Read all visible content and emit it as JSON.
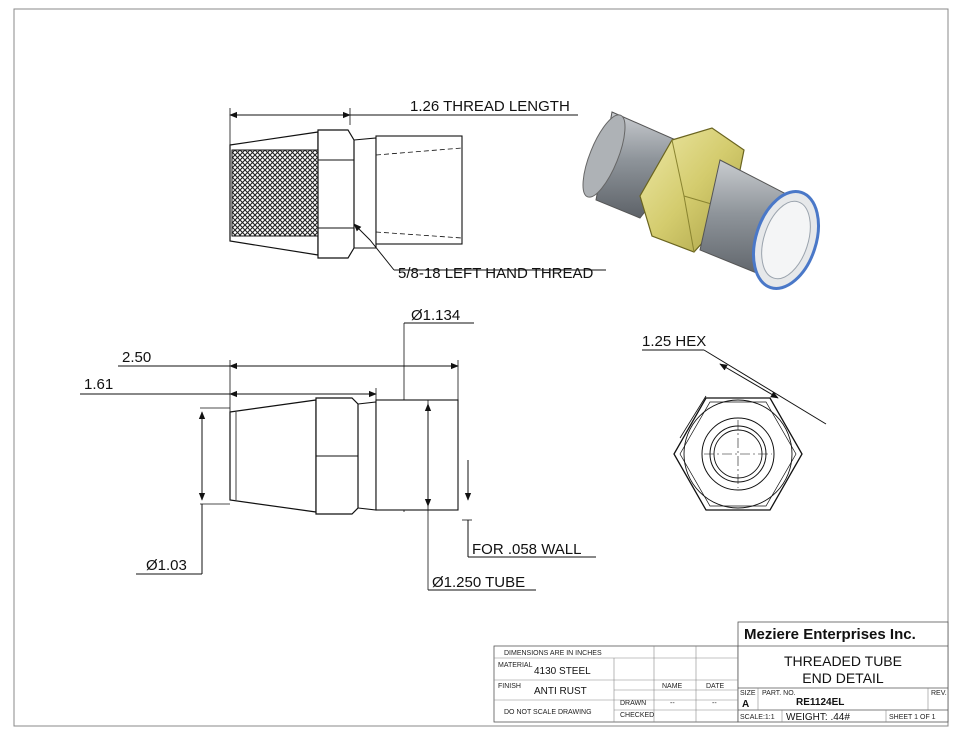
{
  "views": {
    "side_top": {
      "thread_length": "1.26 THREAD LENGTH",
      "thread_note": "5/8-18 LEFT HAND THREAD"
    },
    "side_bottom": {
      "overall_length": "2.50",
      "taper_length": "1.61",
      "hex_diameter": "Ø1.134",
      "wall_note": "FOR .058 WALL",
      "tube_diameter": "Ø1.250 TUBE",
      "end_diameter": "Ø1.03"
    },
    "end_view": {
      "hex_label": "1.25 HEX"
    }
  },
  "title_block": {
    "dimensions_note": "DIMENSIONS ARE IN INCHES",
    "material_label": "MATERIAL",
    "material_value": "4130 STEEL",
    "finish_label": "FINISH",
    "finish_value": "ANTI RUST",
    "do_not_scale": "DO NOT SCALE DRAWING",
    "name_header": "NAME",
    "date_header": "DATE",
    "drawn_label": "DRAWN",
    "checked_label": "CHECKED",
    "drawn_name": "--",
    "drawn_date": "--",
    "company": "Meziere Enterprises Inc.",
    "title_line1": "THREADED TUBE",
    "title_line2": "END DETAIL",
    "size_label": "SIZE",
    "size_value": "A",
    "part_no_label": "PART. NO.",
    "part_no_value": "RE1124EL",
    "rev_label": "REV.",
    "scale": "SCALE:1:1",
    "weight": "WEIGHT: .44#",
    "sheet": "SHEET 1 OF 1"
  },
  "colors": {
    "hex_fill": "#d8d27a",
    "tube_fill": "#9aa0a6",
    "bore_edge": "#4a78c8"
  }
}
